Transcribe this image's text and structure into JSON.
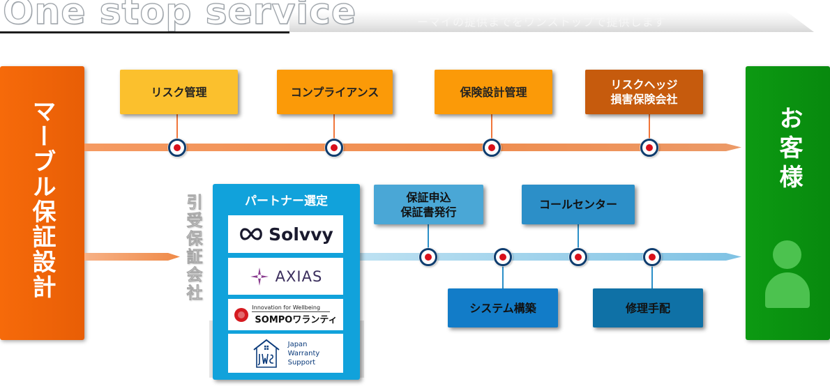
{
  "header": {
    "title": "One stop service",
    "subtitle": "ーマイの提供までをワンストップで提供します"
  },
  "left_panel": {
    "label": "マーブル保証設計"
  },
  "right_panel": {
    "label": "お客様",
    "icon": "person-icon"
  },
  "top_row": [
    {
      "label": "リスク管理",
      "color": "#fbc02d"
    },
    {
      "label": "コンプライアンス",
      "color": "#fb9a08"
    },
    {
      "label": "保険設計管理",
      "color": "#fb9a08"
    },
    {
      "label": "リスクヘッジ\n損害保険会社",
      "color": "#c65b0d"
    }
  ],
  "guarantee_label": "引受保証会社",
  "partner": {
    "title": "パートナー選定",
    "logos": {
      "solvvy": "Solvvy",
      "axias": "AXIAS",
      "sompo_tagline": "Innovation for Wellbeing",
      "sompo": "SOMPOワランティ",
      "jws": "Japan\nWarranty\nSupport"
    }
  },
  "service_top": [
    {
      "label": "保証申込\n保証書発行",
      "color": "#4aa7d6"
    },
    {
      "label": "コールセンター",
      "color": "#2c8fc8"
    }
  ],
  "service_bottom": [
    {
      "label": "システム構築",
      "color": "#127cc8"
    },
    {
      "label": "修理手配",
      "color": "#0f71a6"
    }
  ],
  "colors": {
    "left_panel": "#f66a0a",
    "right_panel": "#0c9a12",
    "arrow_orange": "#ef8d4f",
    "arrow_blue": "#7fc2e4",
    "partner_box": "#11a2db",
    "dot_ring": "#0e3c6e",
    "dot_center": "#d8101a"
  }
}
